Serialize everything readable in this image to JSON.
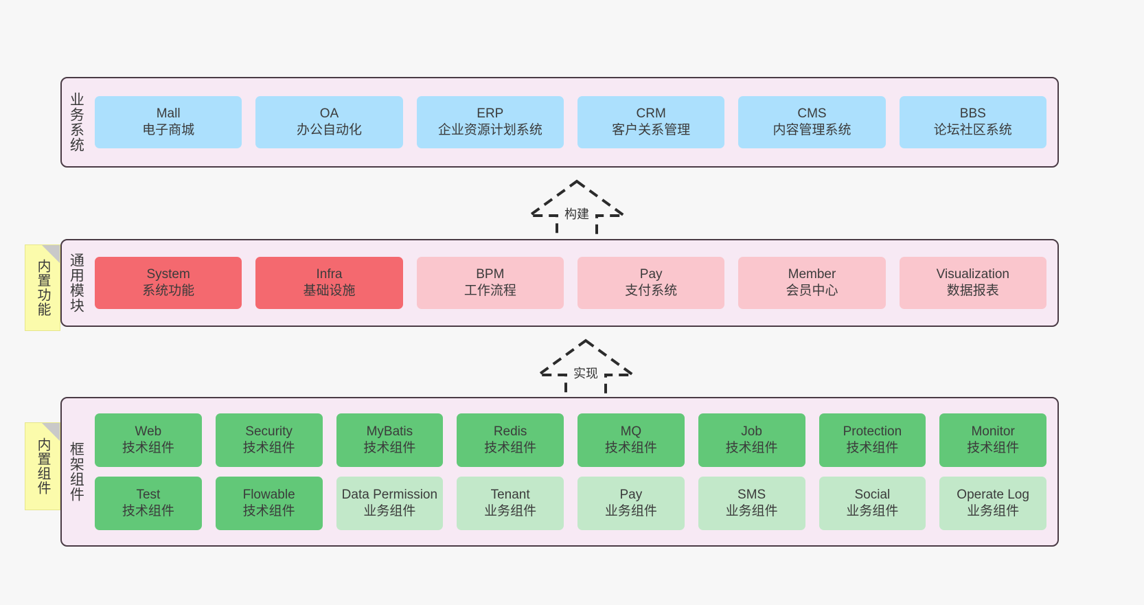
{
  "diagram": {
    "background_color": "#f7f7f7",
    "panel_color": "#f7e9f4",
    "panel_border_color": "#4a3b45",
    "note_color": "#fbfbab"
  },
  "layers": [
    {
      "id": "business-systems",
      "title": "业务系统",
      "card_color": "#ace0fd",
      "rows": [
        [
          {
            "en": "Mall",
            "cn": "电子商城"
          },
          {
            "en": "OA",
            "cn": "办公自动化"
          },
          {
            "en": "ERP",
            "cn": "企业资源计划系统"
          },
          {
            "en": "CRM",
            "cn": "客户关系管理"
          },
          {
            "en": "CMS",
            "cn": "内容管理系统"
          },
          {
            "en": "BBS",
            "cn": "论坛社区系统"
          }
        ]
      ]
    },
    {
      "id": "common-modules",
      "title": "通用模块",
      "note": "内置功能",
      "rows": [
        [
          {
            "en": "System",
            "cn": "系统功能",
            "color": "#f4696f"
          },
          {
            "en": "Infra",
            "cn": "基础设施",
            "color": "#f4696f"
          },
          {
            "en": "BPM",
            "cn": "工作流程",
            "color": "#fac6cd"
          },
          {
            "en": "Pay",
            "cn": "支付系统",
            "color": "#fac6cd"
          },
          {
            "en": "Member",
            "cn": "会员中心",
            "color": "#fac6cd"
          },
          {
            "en": "Visualization",
            "cn": "数据报表",
            "color": "#fac6cd"
          }
        ]
      ]
    },
    {
      "id": "framework-components",
      "title": "框架组件",
      "note": "内置组件",
      "rows": [
        [
          {
            "en": "Web",
            "cn": "技术组件",
            "color": "#62c878"
          },
          {
            "en": "Security",
            "cn": "技术组件",
            "color": "#62c878"
          },
          {
            "en": "MyBatis",
            "cn": "技术组件",
            "color": "#62c878"
          },
          {
            "en": "Redis",
            "cn": "技术组件",
            "color": "#62c878"
          },
          {
            "en": "MQ",
            "cn": "技术组件",
            "color": "#62c878"
          },
          {
            "en": "Job",
            "cn": "技术组件",
            "color": "#62c878"
          },
          {
            "en": "Protection",
            "cn": "技术组件",
            "color": "#62c878"
          },
          {
            "en": "Monitor",
            "cn": "技术组件",
            "color": "#62c878"
          }
        ],
        [
          {
            "en": "Test",
            "cn": "技术组件",
            "color": "#62c878"
          },
          {
            "en": "Flowable",
            "cn": "技术组件",
            "color": "#62c878"
          },
          {
            "en": "Data Permission",
            "cn": "业务组件",
            "color": "#c2e8c9",
            "wrap": true
          },
          {
            "en": "Tenant",
            "cn": "业务组件",
            "color": "#c2e8c9"
          },
          {
            "en": "Pay",
            "cn": "业务组件",
            "color": "#c2e8c9"
          },
          {
            "en": "SMS",
            "cn": "业务组件",
            "color": "#c2e8c9"
          },
          {
            "en": "Social",
            "cn": "业务组件",
            "color": "#c2e8c9"
          },
          {
            "en": "Operate Log",
            "cn": "业务组件",
            "color": "#c2e8c9"
          }
        ]
      ]
    }
  ],
  "connectors": [
    {
      "id": "build",
      "label": "构建"
    },
    {
      "id": "implement",
      "label": "实现"
    }
  ]
}
